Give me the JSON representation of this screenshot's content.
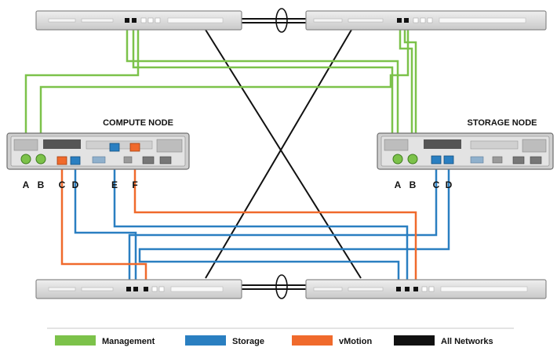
{
  "nodes": {
    "compute": {
      "title": "COMPUTE NODE",
      "ports": [
        "A",
        "B",
        "C",
        "D",
        "E",
        "F"
      ]
    },
    "storage": {
      "title": "STORAGE NODE",
      "ports": [
        "A",
        "B",
        "C",
        "D"
      ]
    }
  },
  "switches": {
    "top_left": "top-left-switch",
    "top_right": "top-right-switch",
    "bottom_left": "bottom-left-switch",
    "bottom_right": "bottom-right-switch"
  },
  "legend": [
    {
      "id": "management",
      "label": "Management",
      "color": "#7cc24a"
    },
    {
      "id": "storage",
      "label": "Storage",
      "color": "#2a7fc1"
    },
    {
      "id": "vmotion",
      "label": "vMotion",
      "color": "#f06a2c"
    },
    {
      "id": "all-networks",
      "label": "All Networks",
      "color": "#111111"
    }
  ],
  "colors": {
    "management": "#7cc24a",
    "storage": "#2a7fc1",
    "vmotion": "#f06a2c",
    "all_networks": "#111111",
    "device_body": "#d9d9d9",
    "device_edge": "#8a8a8a"
  }
}
